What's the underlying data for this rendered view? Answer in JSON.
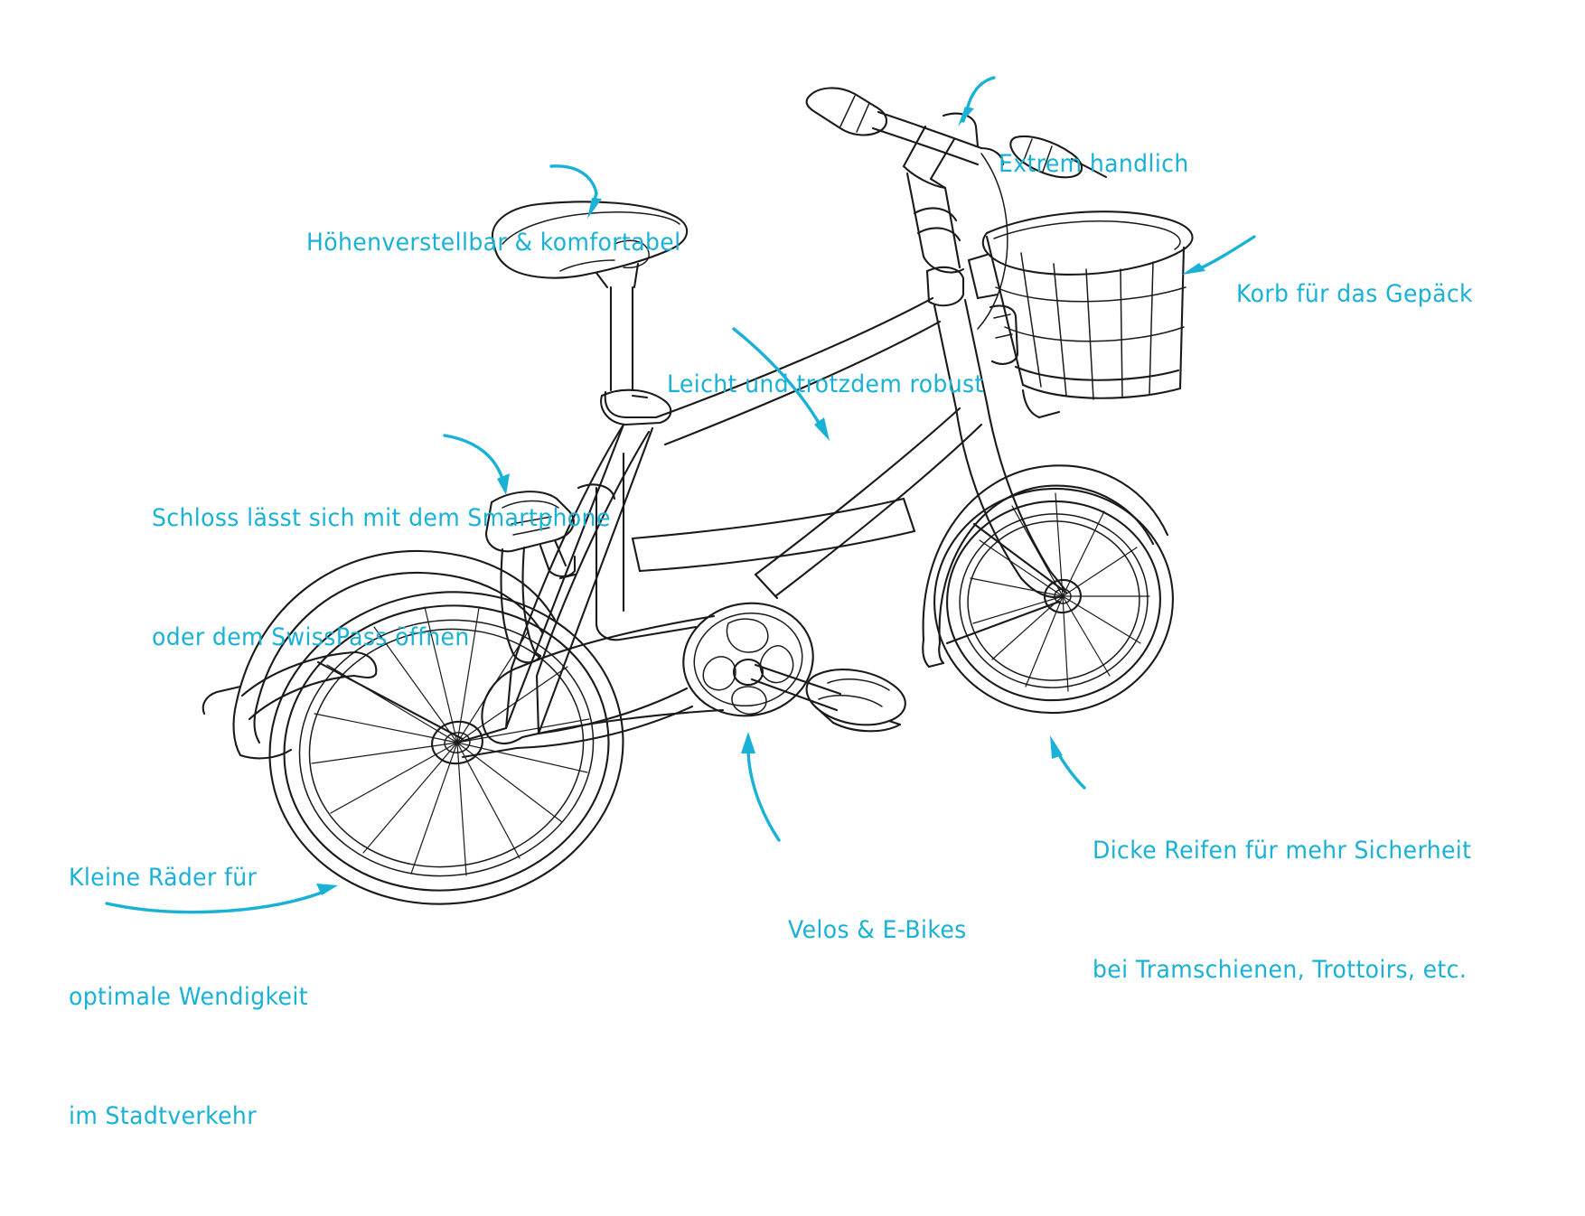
{
  "page": {
    "title": "Velo Infografik",
    "background_color": "#ffffff",
    "accent_color": "#19b2d6",
    "line_color": "#1a1a1a",
    "language": "de"
  },
  "illustration": {
    "name": "bicycle-line-drawing",
    "description": "Strichzeichnung eines Stadtvelos mit Korb"
  },
  "annotations": [
    {
      "id": "handlich",
      "lines": [
        "Extrem handlich"
      ],
      "text": "Extrem handlich",
      "points_to": "lenker"
    },
    {
      "id": "hoehenverstellbar",
      "lines": [
        "Höhenverstellbar & komfortabel"
      ],
      "text": "Höhenverstellbar & komfortabel",
      "points_to": "sattel"
    },
    {
      "id": "korb",
      "lines": [
        "Korb für das Gepäck"
      ],
      "text": "Korb für das Gepäck",
      "points_to": "korb"
    },
    {
      "id": "leicht",
      "lines": [
        "Leicht und trotzdem robust"
      ],
      "text": "Leicht und trotzdem robust",
      "points_to": "rahmen"
    },
    {
      "id": "schloss",
      "lines": [
        "Schloss lässt sich mit dem Smartphone",
        "oder dem SwissPass öffnen"
      ],
      "text": "Schloss lässt sich mit dem Smartphone oder dem SwissPass öffnen",
      "points_to": "schloss"
    },
    {
      "id": "dicke-reifen",
      "lines": [
        "Dicke Reifen für mehr Sicherheit",
        "bei Tramschienen, Trottoirs, etc."
      ],
      "text": "Dicke Reifen für mehr Sicherheit bei Tramschienen, Trottoirs, etc.",
      "points_to": "vorderreifen"
    },
    {
      "id": "kleine-raeder",
      "lines": [
        "Kleine Räder für",
        "optimale Wendigkeit",
        "im Stadtverkehr"
      ],
      "text": "Kleine Räder für optimale Wendigkeit im Stadtverkehr",
      "points_to": "hinterrad"
    },
    {
      "id": "velos-ebikes",
      "lines": [
        "Velos & E-Bikes"
      ],
      "text": "Velos & E-Bikes",
      "points_to": "tretlager"
    }
  ]
}
